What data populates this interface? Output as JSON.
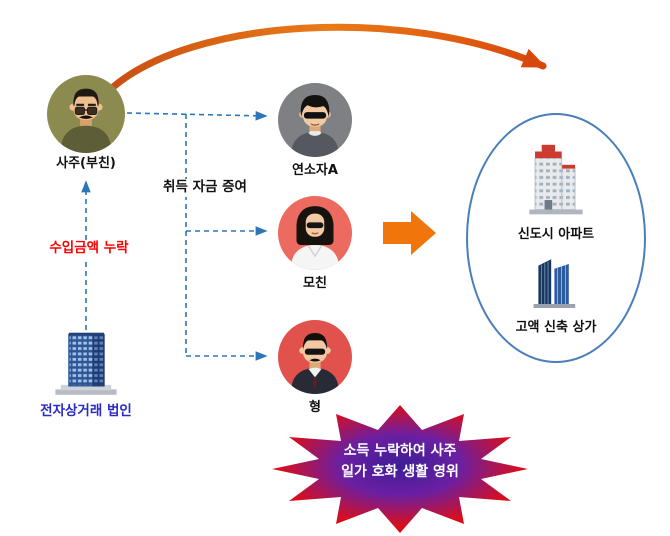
{
  "entities": {
    "father": "사주(부친)",
    "minor_a": "연소자A",
    "mother": "모친",
    "brother": "형",
    "company": "전자상거래 법인"
  },
  "flows": {
    "revenue_omission": "수입금액 누락",
    "gift_of_funds": "취득 자금 증여"
  },
  "assets": {
    "apartment": "신도시 아파트",
    "shops": "고액 신축 상가"
  },
  "burst": {
    "line1": "소득 누락하여 사주",
    "line2": "일가 호화 생활 영위"
  },
  "icons": [
    "father-avatar-icon",
    "minor-avatar-icon",
    "mother-avatar-icon",
    "brother-avatar-icon",
    "company-building-icon",
    "apartment-building-icon",
    "shop-towers-icon",
    "curved-transfer-arrow-icon",
    "flow-arrow-icon",
    "starburst-icon",
    "dashed-arrow-icons"
  ],
  "colors": {
    "father_bg": "#8b8b4f",
    "minor_bg": "#7f8084",
    "mother_bg": "#ec6a5f",
    "brother_bg": "#e2524d",
    "connector_blue": "#2e75b6",
    "flow_arrow_orange": "#f0760b",
    "curve_arrow_orange": "#d95f0e",
    "revenue_text_red": "#ff0000",
    "company_text_blue": "#2b2bc4",
    "ellipse_border_blue": "#4a7ebb",
    "burst_edge_red": "#ee0000",
    "burst_center_purple": "#47189b"
  }
}
